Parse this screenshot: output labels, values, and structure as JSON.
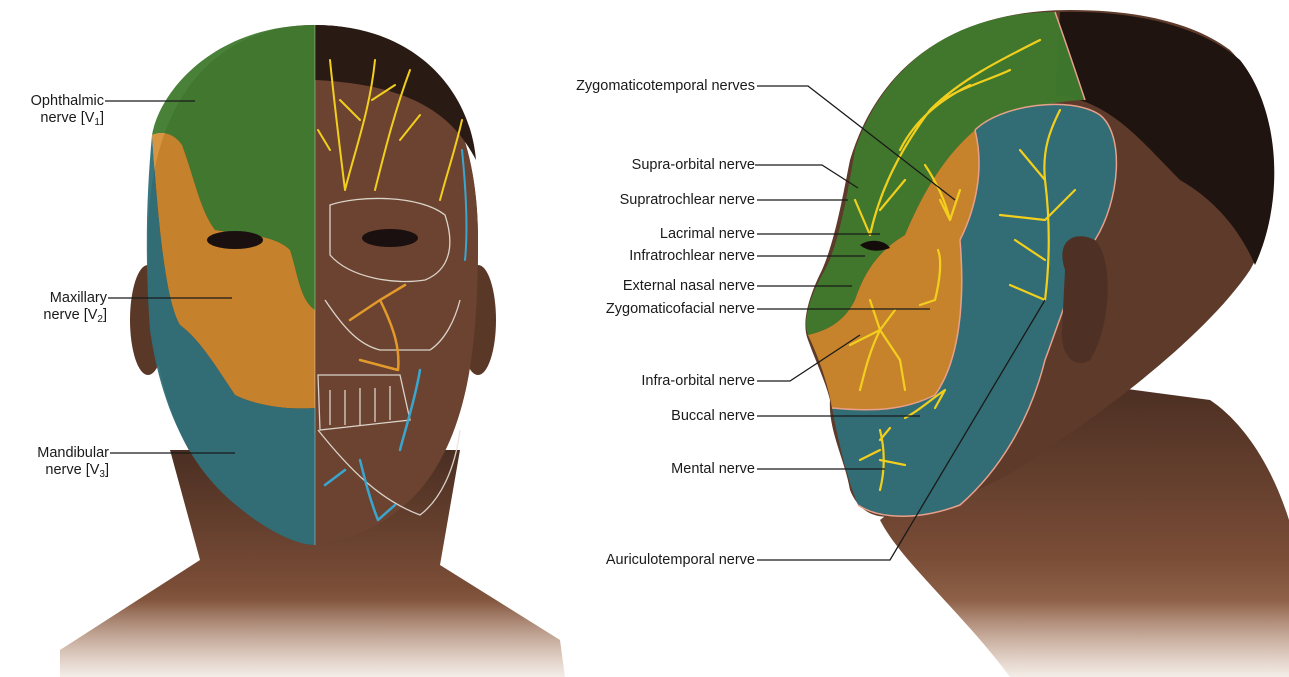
{
  "front_view": {
    "labels": [
      {
        "id": "ophthalmic",
        "line1": "Ophthalmic",
        "line2_prefix": "nerve [V",
        "subscript": "1",
        "line2_suffix": "]"
      },
      {
        "id": "maxillary",
        "line1": "Maxillary",
        "line2_prefix": "nerve [V",
        "subscript": "2",
        "line2_suffix": "]"
      },
      {
        "id": "mandibular",
        "line1": "Mandibular",
        "line2_prefix": "nerve [V",
        "subscript": "3",
        "line2_suffix": "]"
      }
    ]
  },
  "side_view": {
    "labels": [
      "Zygomaticotemporal nerves",
      "Supra-orbital nerve",
      "Supratrochlear nerve",
      "Lacrimal nerve",
      "Infratrochlear nerve",
      "External nasal nerve",
      "Zygomaticofacial nerve",
      "Infra-orbital nerve",
      "Buccal nerve",
      "Mental nerve",
      "Auriculotemporal nerve"
    ]
  },
  "colors": {
    "ophthalmic_zone": "#3f7a2e",
    "maxillary_zone": "#d08a2c",
    "mandibular_zone": "#2f6f78",
    "nerve_branches": "#f2cf1d",
    "skin": "#6b4330",
    "zone_outline": "#e8a08a"
  },
  "icons": [
    "front-head-illustration",
    "side-head-illustration",
    "skull-overlay-illustration"
  ]
}
